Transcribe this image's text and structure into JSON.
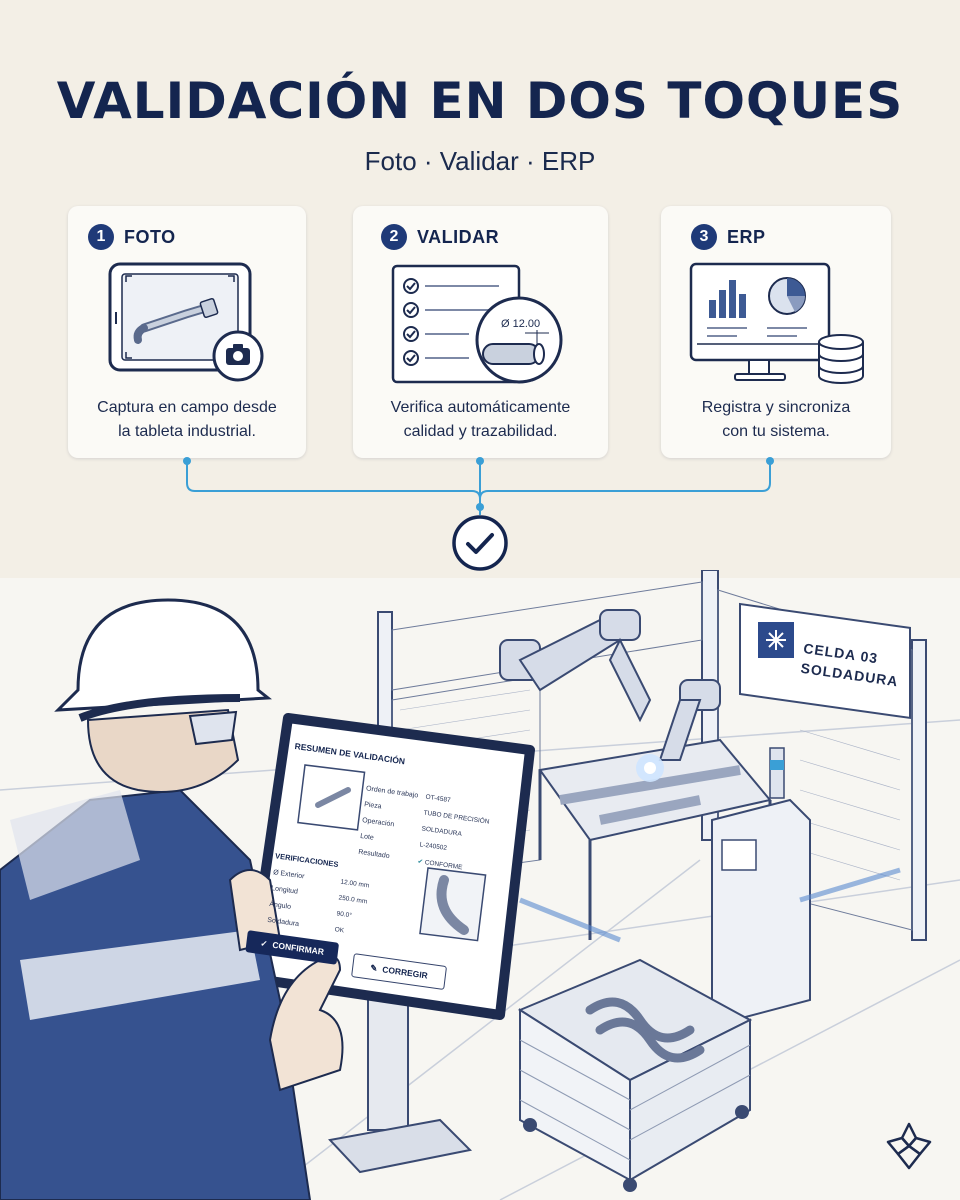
{
  "header": {
    "title": "VALIDACIÓN EN DOS TOQUES",
    "subtitle": "Foto · Validar · ERP"
  },
  "steps": [
    {
      "number": "1",
      "label": "FOTO",
      "description_line1": "Captura en campo desde",
      "description_line2": "la tableta industrial.",
      "icon": "tablet-camera-icon"
    },
    {
      "number": "2",
      "label": "VALIDAR",
      "description_line1": "Verifica automáticamente",
      "description_line2": "calidad y trazabilidad.",
      "icon": "checklist-measure-icon",
      "measure_label": "Ø 12.00"
    },
    {
      "number": "3",
      "label": "ERP",
      "description_line1": "Registra y sincroniza",
      "description_line2": "con tu sistema.",
      "icon": "monitor-database-icon"
    }
  ],
  "tablet": {
    "title": "RESUMEN DE VALIDACIÓN",
    "fields": [
      {
        "label": "Orden de trabajo",
        "value": "OT-4587"
      },
      {
        "label": "Pieza",
        "value": "TUBO DE PRECISIÓN"
      },
      {
        "label": "Operación",
        "value": "SOLDADURA"
      },
      {
        "label": "Lote",
        "value": "L-240502"
      },
      {
        "label": "Resultado",
        "value": "CONFORME"
      }
    ],
    "checks_title": "VERIFICACIONES",
    "checks": [
      {
        "label": "Ø Exterior",
        "value": "12.00 mm"
      },
      {
        "label": "Longitud",
        "value": "250.0 mm"
      },
      {
        "label": "Ángulo",
        "value": "90.0°"
      },
      {
        "label": "Soldadura",
        "value": "OK"
      }
    ],
    "confirm_label": "CONFIRMAR",
    "correct_label": "CORREGIR"
  },
  "cell_sign": {
    "line1": "CELDA 03",
    "line2": "SOLDADURA"
  },
  "colors": {
    "navy": "#14254f",
    "accent_blue": "#3a9fd6",
    "background": "#f3efe6",
    "card": "#fbfaf6"
  }
}
